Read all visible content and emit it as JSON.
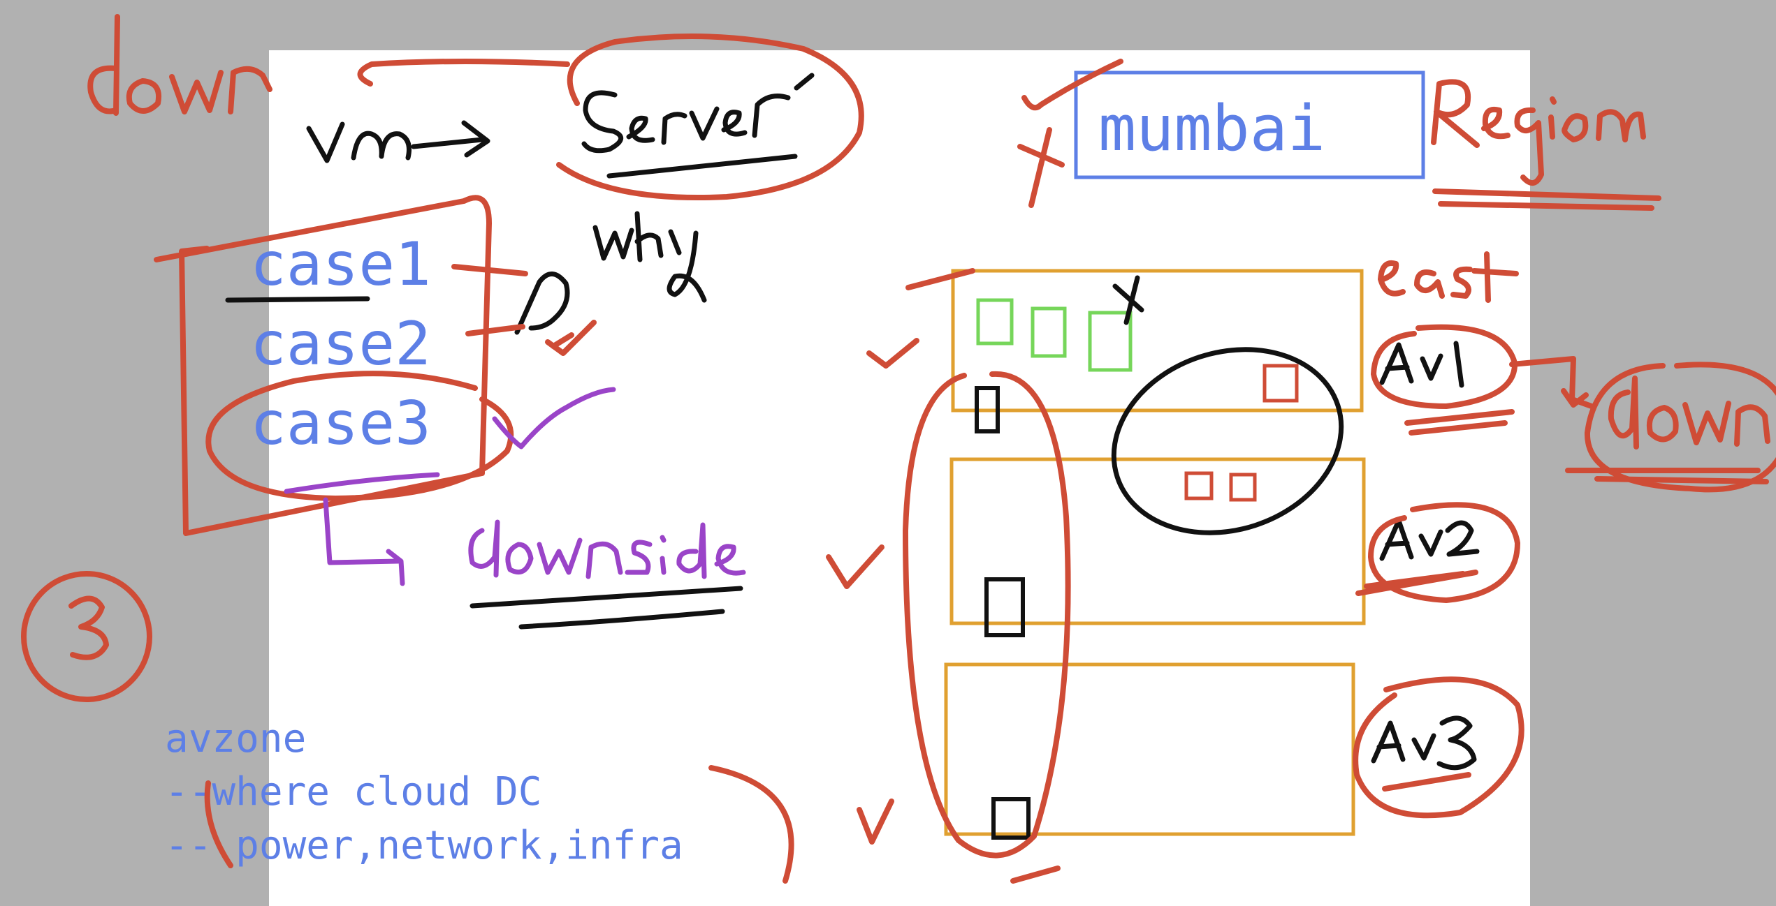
{
  "typed": {
    "cases": [
      "case1",
      "case2",
      "case3"
    ],
    "region_name": "mumbai",
    "avzone_notes": [
      "avzone",
      "--where cloud DC",
      "-- power,network,infra"
    ]
  },
  "handwritten": {
    "top_left_down": "down",
    "vm": "vm",
    "server": "Server",
    "why": "why",
    "downside": "downside",
    "number": "3",
    "region": "Region",
    "east": "east",
    "az_labels": [
      "Av1",
      "Av2",
      "Av3"
    ],
    "right_down": "down",
    "cross": "x"
  },
  "colors": {
    "page": "#ffffff",
    "margin": "#b1b1b1",
    "typed_blue": "#5d7fe6",
    "ink_red": "#cf4c36",
    "ink_black": "#111111",
    "ink_purple": "#9a44c8",
    "zone_orange": "#e0a030",
    "vm_green": "#76d65a"
  }
}
